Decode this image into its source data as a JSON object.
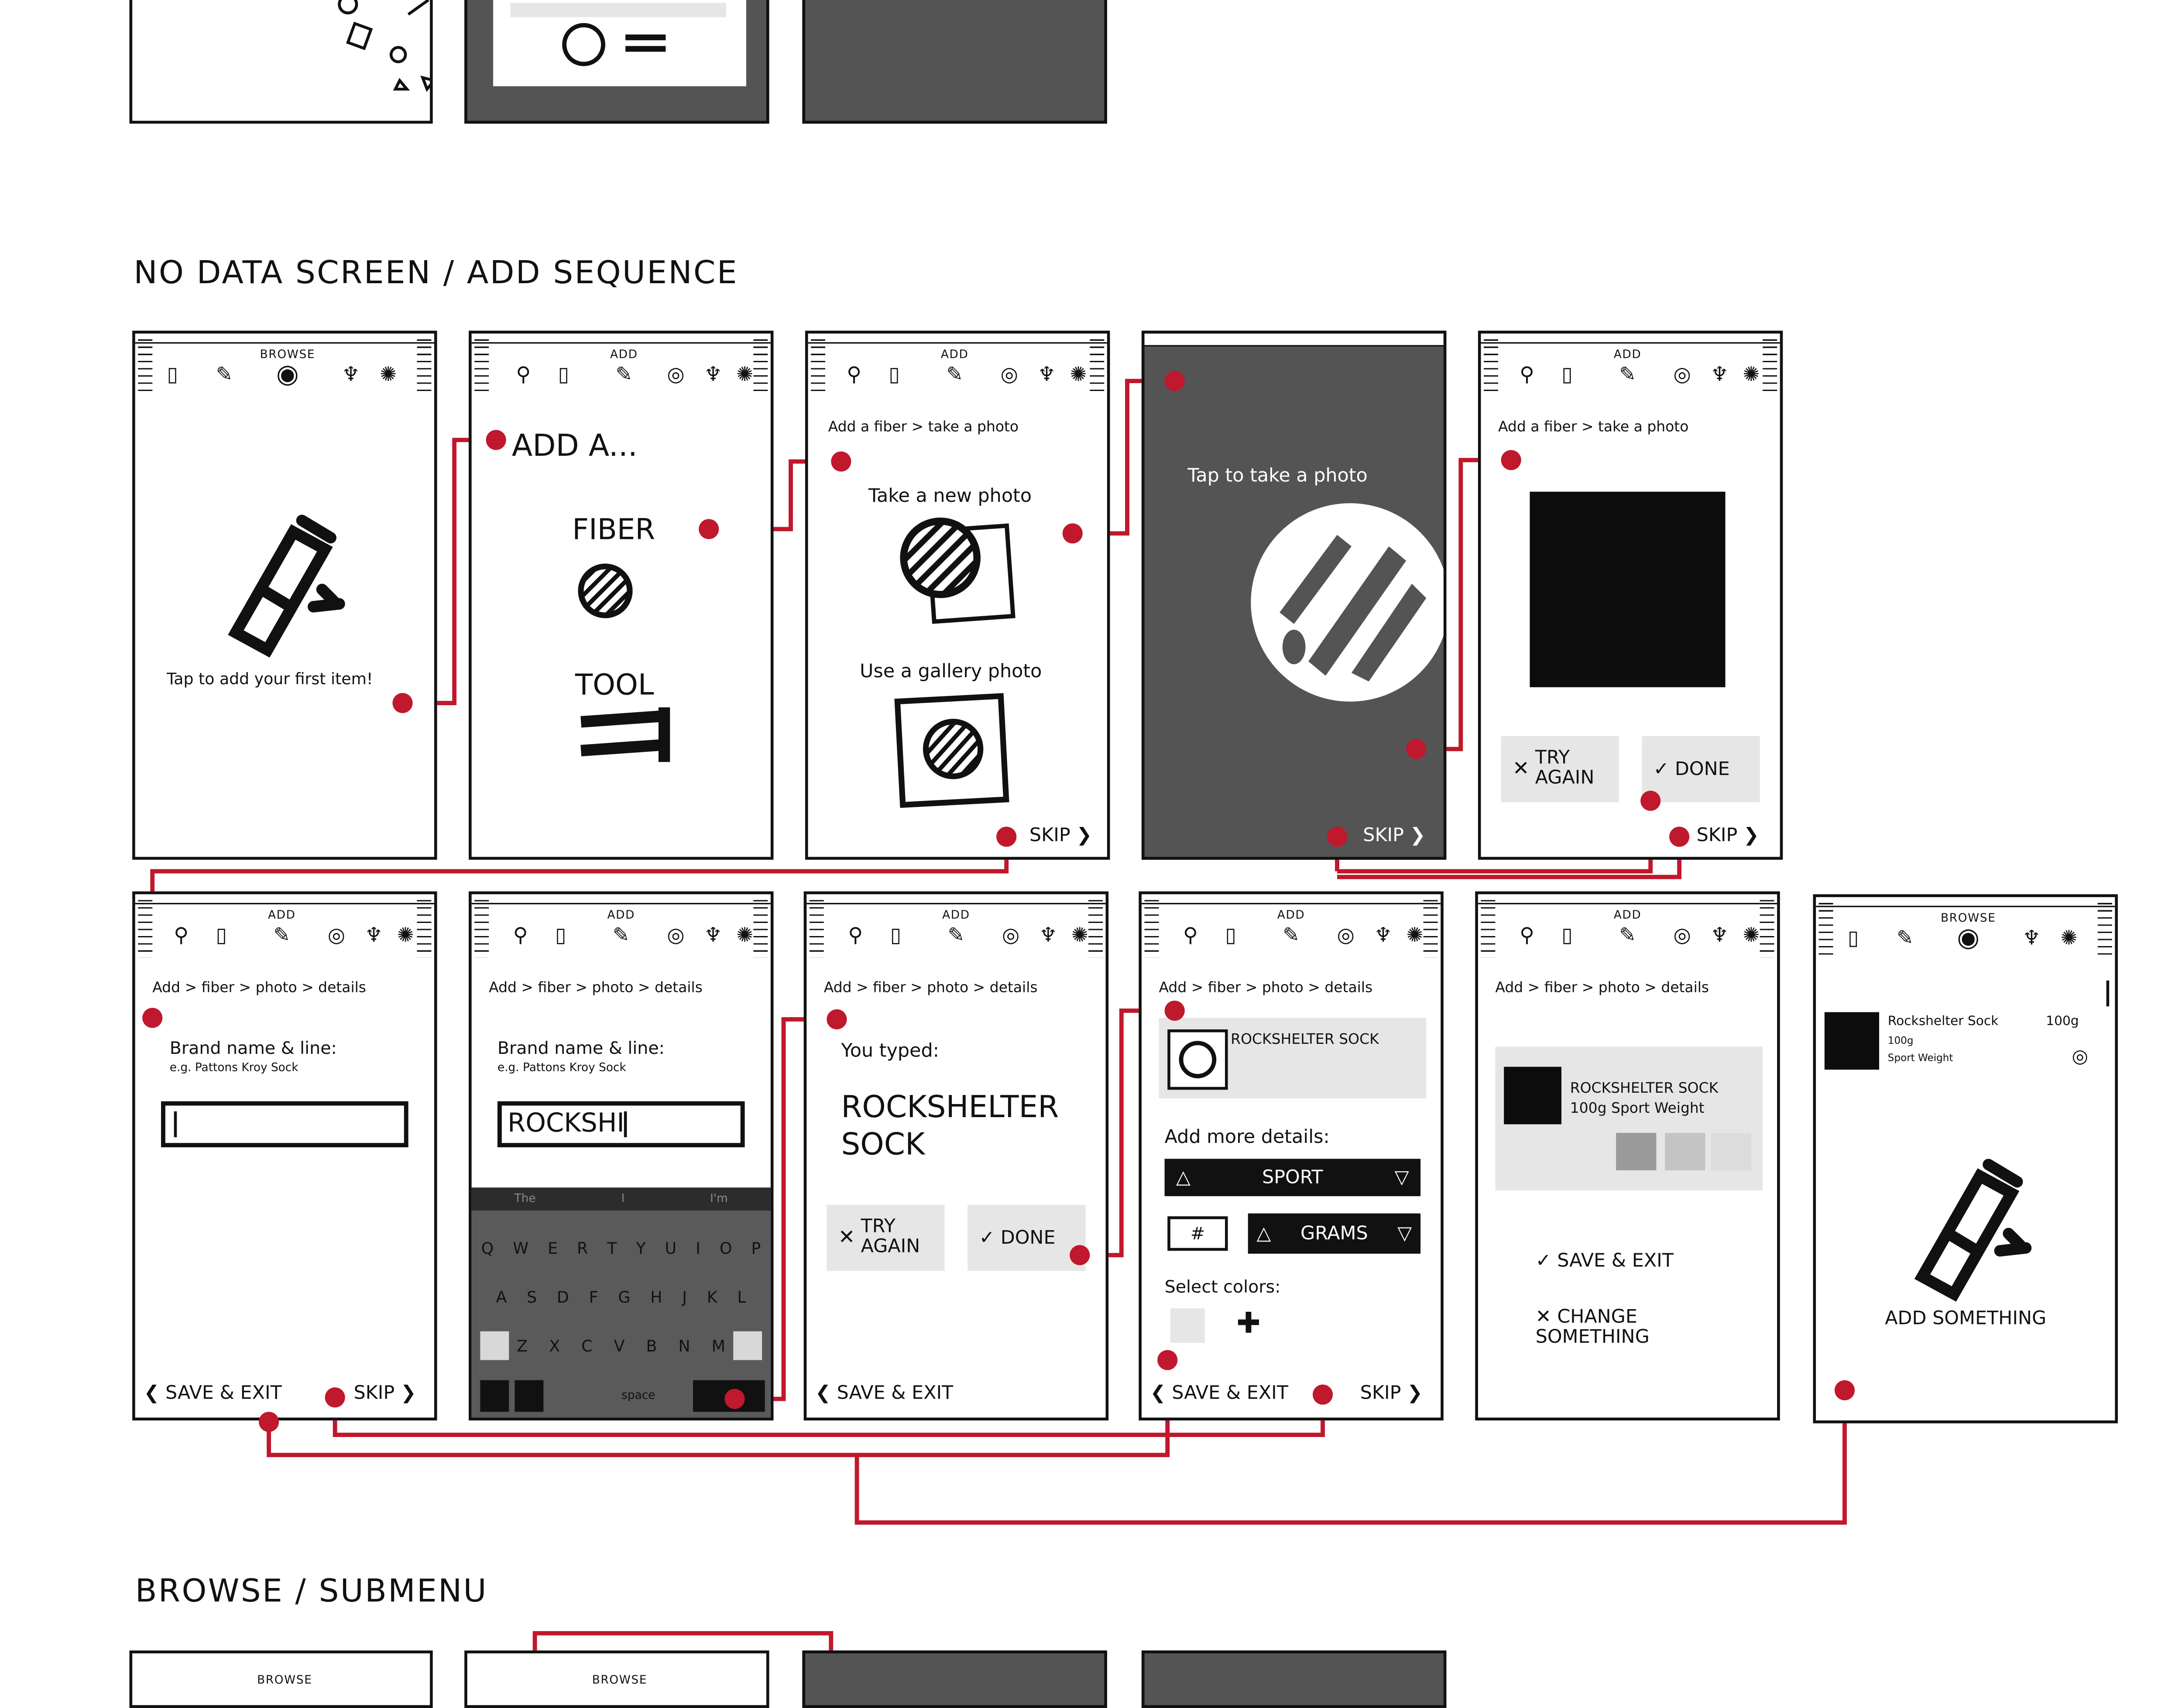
{
  "sections": {
    "no_data": "NO DATA SCREEN / ADD SEQUENCE",
    "browse": "BROWSE / SUBMENU"
  },
  "toolbar": {
    "browse": "BROWSE",
    "add": "ADD"
  },
  "screens": {
    "s1": {
      "tap_first": "Tap to add your first item!"
    },
    "s2": {
      "heading": "ADD A...",
      "fiber": "FIBER",
      "tool": "TOOL"
    },
    "s3": {
      "crumb": "Add a fiber > take a photo",
      "new_photo": "Take a new photo",
      "gallery": "Use a gallery photo",
      "skip": "SKIP"
    },
    "s4": {
      "tap_photo": "Tap to take a photo",
      "skip": "SKIP"
    },
    "s5": {
      "crumb": "Add a fiber > take a photo",
      "try": "TRY AGAIN",
      "done": "DONE",
      "skip": "SKIP"
    },
    "s6": {
      "crumb": "Add > fiber > photo > details",
      "brand": "Brand name & line:",
      "example": "e.g. Pattons Kroy Sock",
      "save": "SAVE & EXIT",
      "skip": "SKIP"
    },
    "s7": {
      "crumb": "Add > fiber > photo > details",
      "brand": "Brand name & line:",
      "example": "e.g. Pattons Kroy Sock",
      "input": "ROCKSHI",
      "suggestions": [
        "The",
        "I",
        "I'm"
      ],
      "row1": [
        "Q",
        "W",
        "E",
        "R",
        "T",
        "Y",
        "U",
        "I",
        "O",
        "P"
      ],
      "row2": [
        "A",
        "S",
        "D",
        "F",
        "G",
        "H",
        "J",
        "K",
        "L"
      ],
      "row3": [
        "Z",
        "X",
        "C",
        "V",
        "B",
        "N",
        "M"
      ],
      "space": "space"
    },
    "s8": {
      "crumb": "Add > fiber > photo > details",
      "typed": "You typed:",
      "value1": "ROCKSHELTER",
      "value2": "SOCK",
      "try": "TRY AGAIN",
      "done": "DONE",
      "save": "SAVE & EXIT"
    },
    "s9": {
      "crumb": "Add > fiber > photo > details",
      "name": "ROCKSHELTER SOCK",
      "more": "Add more details:",
      "weight": "SPORT",
      "num": "#",
      "unit": "GRAMS",
      "colors": "Select colors:",
      "save": "SAVE & EXIT",
      "skip": "SKIP"
    },
    "s10": {
      "crumb": "Add > fiber > photo > details",
      "name": "ROCKSHELTER SOCK",
      "sub": "100g Sport Weight",
      "save": "SAVE & EXIT",
      "change": "CHANGE SOMETHING",
      "swatches": [
        "#9a9a9a",
        "#c4c4c4",
        "#dcdcdc"
      ]
    },
    "s11": {
      "item": "Rockshelter Sock",
      "qty": "100g",
      "qty2": "100g",
      "weight": "Sport Weight",
      "add": "ADD SOMETHING"
    }
  },
  "colors": {
    "flow": "#c0182c",
    "dark_screen": "#545454",
    "button": "#e6e6e6"
  },
  "icons": [
    "search-icon",
    "notebook-icon",
    "pencil-add-icon",
    "eye-icon",
    "figure-icon",
    "settings-icon",
    "yarn-ball-icon",
    "knitting-needles-icon",
    "check-icon",
    "x-icon",
    "chevron-right-icon",
    "chevron-left-icon",
    "triangle-up-icon",
    "triangle-down-icon"
  ]
}
